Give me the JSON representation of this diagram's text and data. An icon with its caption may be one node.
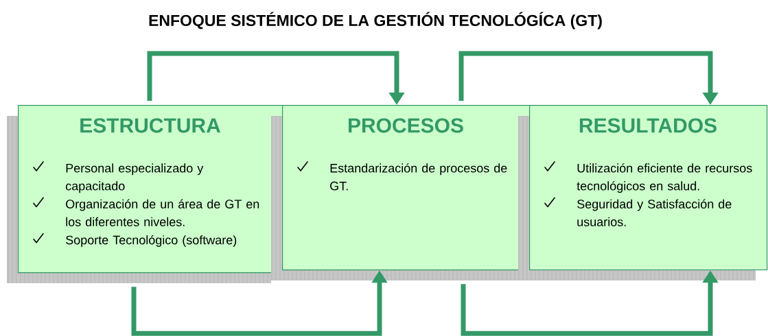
{
  "diagram": {
    "title": "ENFOQUE SISTÉMICO DE LA GESTIÓN TECNOLÓGÍCA (GT)",
    "nodes": [
      {
        "text": [
          "ESTRUCTURA",
          "Personal especializado y capacitado",
          "Organización de un área de GT en los diferentes niveles.",
          "Soporte Tecnológico (software)"
        ]
      },
      {
        "text": [
          "PROCESOS",
          "Estandarización de procesos de GT."
        ]
      },
      {
        "text": [
          "RESULTADOS",
          "Utilización eficiente de recursos tecnológicos en salud.",
          "Seguridad y Satisfacción de usuarios."
        ]
      }
    ],
    "edges": [
      {
        "from": 0,
        "to": 1,
        "arrow": "to"
      },
      {
        "from": 1,
        "to": 2,
        "arrow": "to"
      },
      {
        "from": 0,
        "to": 1,
        "arrow": "to"
      },
      {
        "from": 1,
        "to": 2,
        "arrow": "to"
      }
    ]
  }
}
